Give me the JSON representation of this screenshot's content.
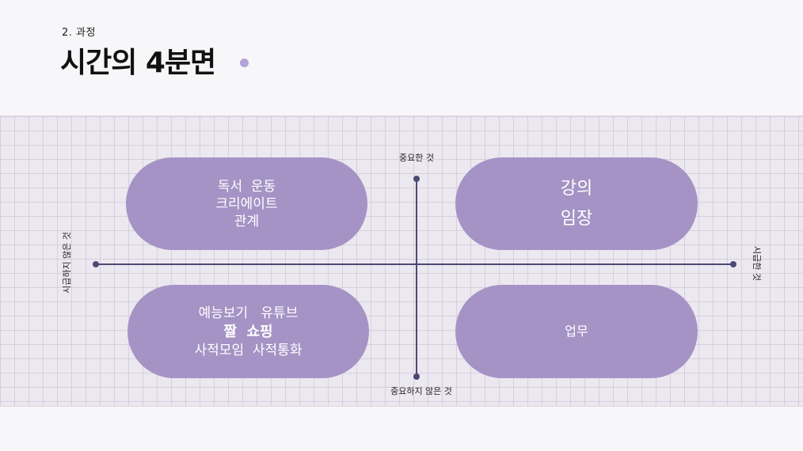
{
  "header": {
    "subtitle": "2. 과정",
    "title": "시간의 4분면"
  },
  "colors": {
    "accent": "#b3a3d6",
    "pill": "#a593c5",
    "axis": "#4b4a74"
  },
  "axes": {
    "top": "중요한 것",
    "bottom": "중요하지 않은 것",
    "left": "시급하지 않은 것",
    "right": "시급한 것"
  },
  "quadrants": {
    "top_left": {
      "lines": [
        "독서  운동",
        "크리에이트",
        "관계"
      ]
    },
    "top_right": {
      "lines": [
        "강의",
        "임장"
      ]
    },
    "bottom_left": {
      "lines": [
        "예능보기   유튜브",
        "짤  쇼핑",
        "사적모임  사적통화"
      ]
    },
    "bottom_right": {
      "lines": [
        "업무"
      ]
    }
  }
}
